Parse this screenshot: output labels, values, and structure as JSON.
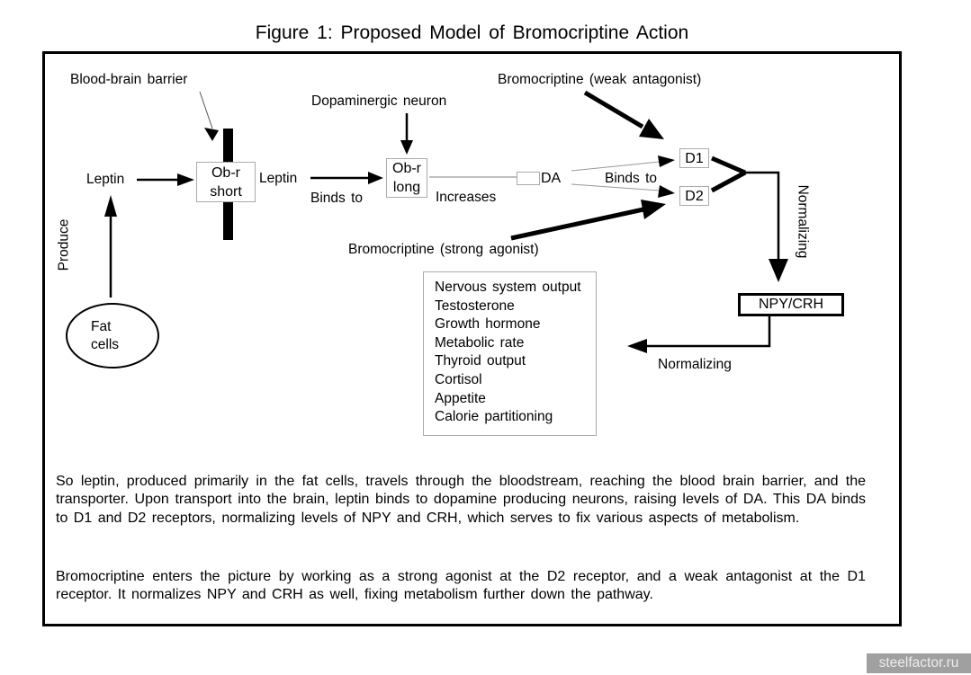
{
  "title": "Figure 1: Proposed Model of Bromocriptine Action",
  "diagram": {
    "labels": {
      "blood_brain_barrier": "Blood-brain barrier",
      "dopaminergic_neuron": "Dopaminergic neuron",
      "bromocriptine_weak": "Bromocriptine (weak antagonist)",
      "bromocriptine_strong": "Bromocriptine (strong agonist)",
      "leptin_1": "Leptin",
      "leptin_2": "Leptin",
      "binds_to_1": "Binds to",
      "binds_to_2": "Binds to",
      "increases": "Increases",
      "da": "DA",
      "produce": "Produce",
      "normalizing_vertical": "Normalizing",
      "normalizing_horizontal": "Normalizing"
    },
    "nodes": {
      "obr_short_line1": "Ob-r",
      "obr_short_line2": "short",
      "obr_long_line1": "Ob-r",
      "obr_long_line2": "long",
      "d1": "D1",
      "d2": "D2",
      "npy_crh": "NPY/CRH",
      "fat_cells_line1": "Fat",
      "fat_cells_line2": "cells"
    },
    "outputs": [
      "Nervous system output",
      "Testosterone",
      "Growth hormone",
      "Metabolic rate",
      "Thyroid output",
      "Cortisol",
      "Appetite",
      "Calorie partitioning"
    ]
  },
  "paragraphs": [
    "So leptin, produced primarily in the fat cells, travels through the bloodstream, reaching the blood brain barrier, and the transporter.  Upon transport into the brain, leptin binds to dopamine producing neurons, raising levels of DA.  This DA binds to D1 and D2 receptors, normalizing levels of NPY and CRH, which serves to fix various aspects of metabolism.",
    "Bromocriptine enters the picture by working as a strong agonist at the D2 receptor, and a weak antagonist at the D1 receptor.  It normalizes NPY and CRH as well, fixing metabolism further down the pathway."
  ],
  "watermark": {
    "text": "steelfactor.ru",
    "bg": "#a0a0a0",
    "color": "#ededed"
  },
  "colors": {
    "box_border_gray": "#ababab",
    "thin_line_gray": "#999999",
    "ink": "#000000"
  }
}
